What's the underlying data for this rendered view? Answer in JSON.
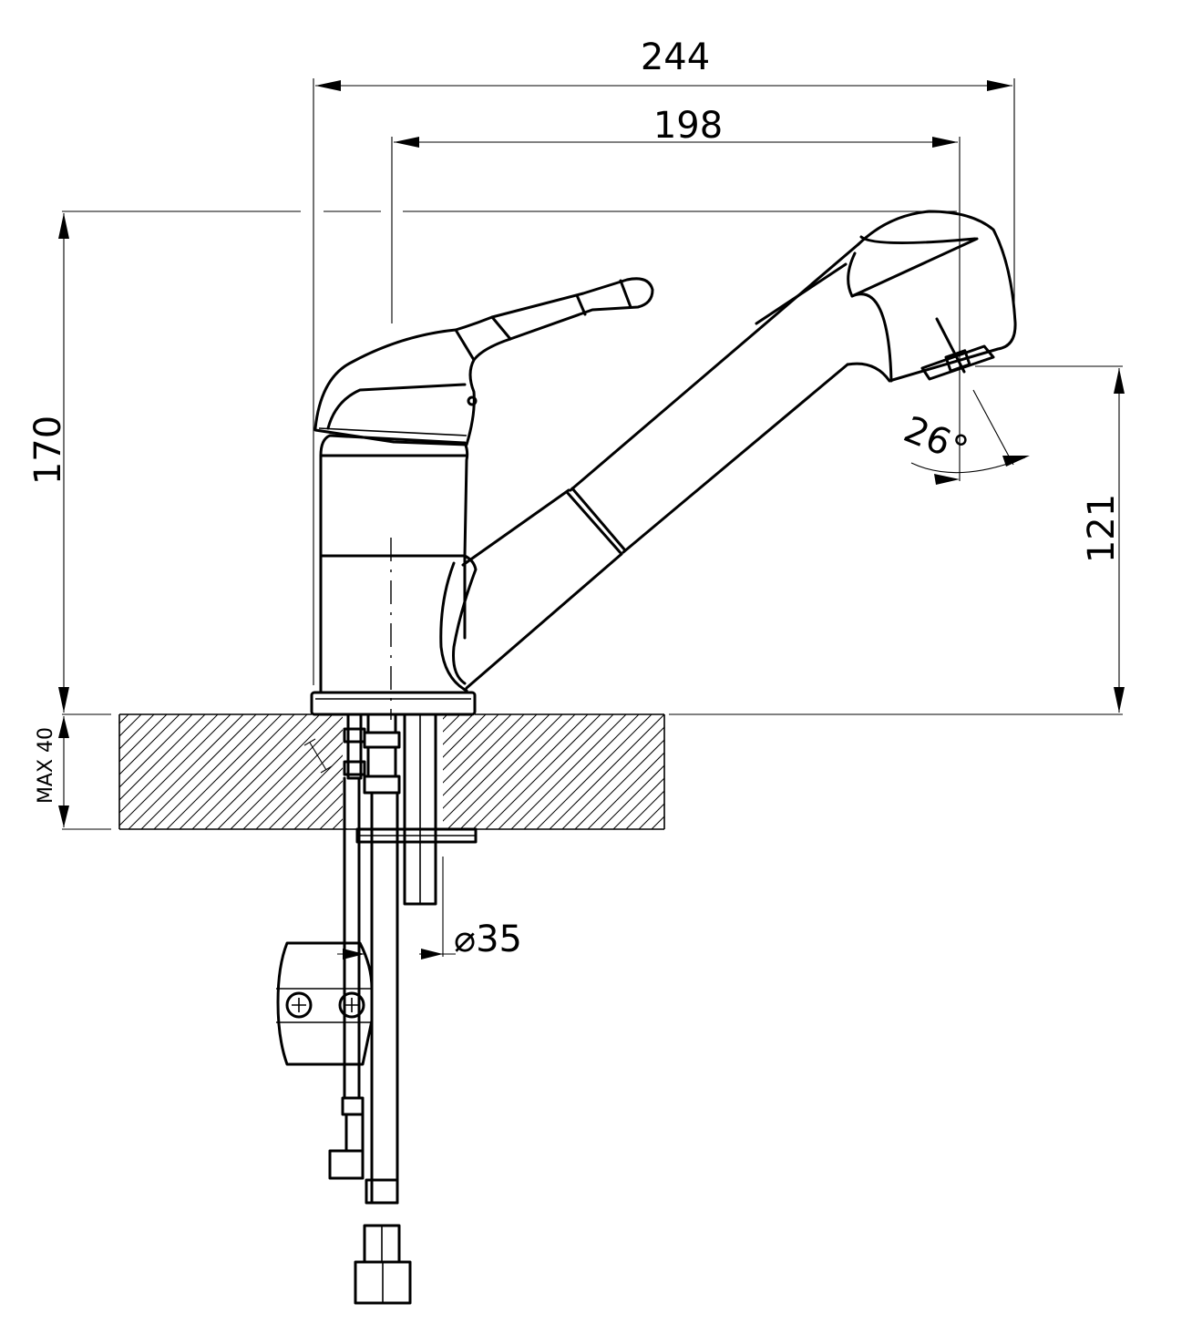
{
  "drawing": {
    "dimensions": {
      "overall_length": "244",
      "spout_reach": "198",
      "total_height": "170",
      "outlet_height": "121",
      "spout_angle": "26°",
      "max_deck_thickness": "MAX 40",
      "mounting_hole": "⌀35"
    }
  }
}
